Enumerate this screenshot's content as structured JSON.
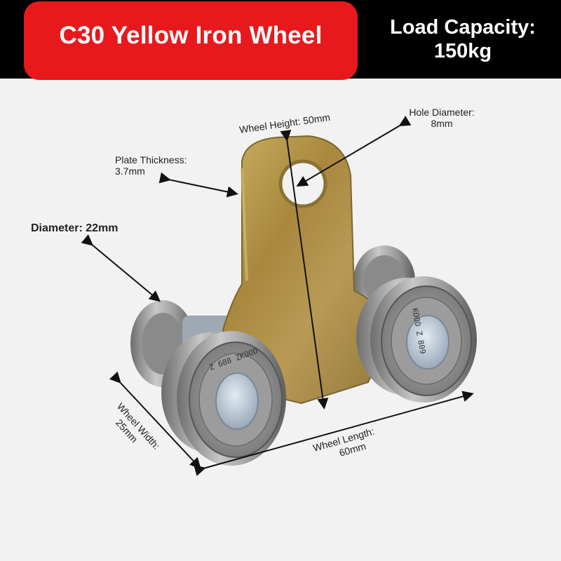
{
  "header": {
    "title": "C30 Yellow Iron Wheel",
    "load_line1": "Load Capacity:",
    "load_line2": "150kg"
  },
  "dimensions": {
    "wheel_height": "Wheel Height: 50mm",
    "hole_diameter_line1": "Hole Diameter:",
    "hole_diameter_line2": "8mm",
    "plate_thickness_line1": "Plate Thickness:",
    "plate_thickness_line2": "3.7mm",
    "diameter": "Diameter: 22mm",
    "wheel_width_line1": "Wheel Width:",
    "wheel_width_line2": "25mm",
    "wheel_length_line1": "Wheel Length:",
    "wheel_length_line2": "60mm"
  },
  "bearing_marks": {
    "front_left": "Z 608 ZKOOD",
    "front_right": "KOOD Z 809"
  },
  "colors": {
    "banner_red": "#e8191c",
    "banner_black": "#000000",
    "plate_brass": "#b79a4c",
    "bearing_steel": "#a8a8a8"
  }
}
